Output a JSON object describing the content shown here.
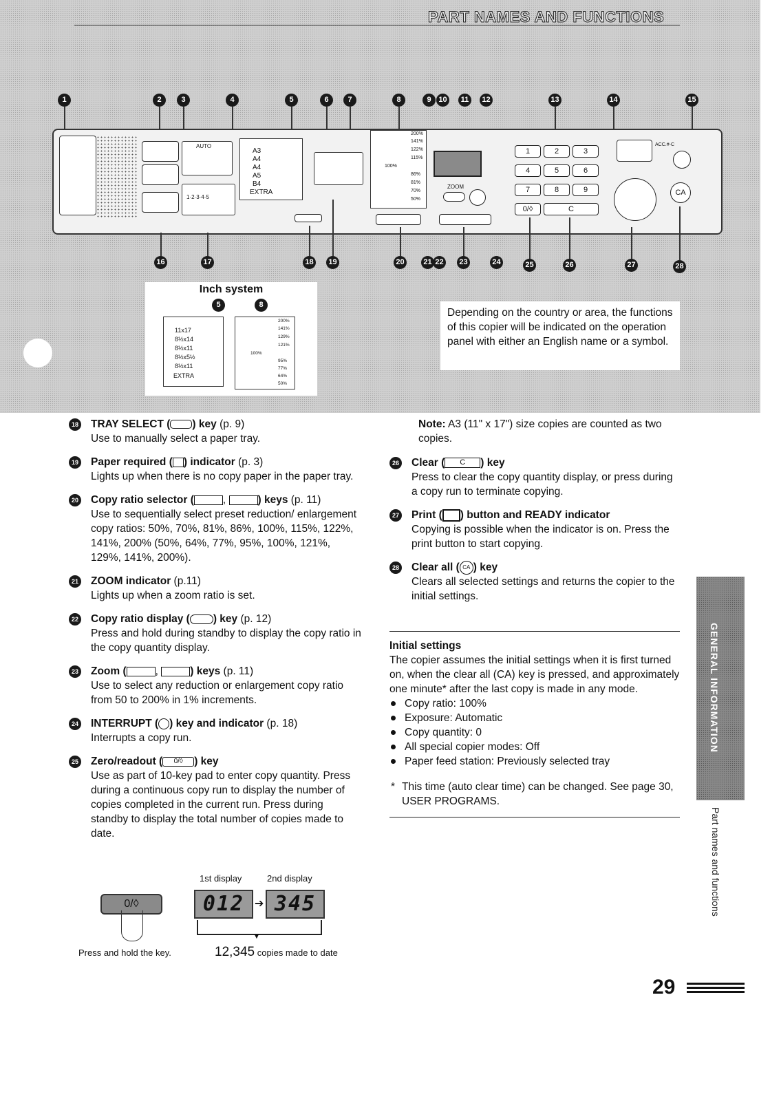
{
  "header": {
    "title": "PART NAMES AND FUNCTIONS"
  },
  "panel_callouts": [
    "1",
    "2",
    "3",
    "4",
    "5",
    "6",
    "7",
    "8",
    "9",
    "10",
    "11",
    "12",
    "13",
    "14",
    "15"
  ],
  "panel_bottom_callouts": [
    "16",
    "17",
    "18",
    "19",
    "20",
    "21",
    "22",
    "23",
    "24",
    "25",
    "26",
    "27",
    "28"
  ],
  "panel": {
    "auto_label": "AUTO",
    "paper_sizes": [
      "A3",
      "A4",
      "A4",
      "A5",
      "B4",
      "EXTRA"
    ],
    "ratios": [
      "200%",
      "141%",
      "122%",
      "115%",
      "100%",
      "86%",
      "81%",
      "70%",
      "50%"
    ],
    "zoom_label": "ZOOM",
    "keypad": [
      "1",
      "2",
      "3",
      "4",
      "5",
      "6",
      "7",
      "8",
      "9"
    ],
    "zero_key": "0/◊",
    "clear_key": "C",
    "acc_label": "ACC.#-C",
    "clear_all": "CA",
    "counter_scale": "1·2·3·4·5"
  },
  "inch_system": {
    "title": "Inch system",
    "callouts": [
      "5",
      "8"
    ],
    "paper_sizes": [
      "11x17",
      "8½x14",
      "8½x11",
      "8½x5½",
      "8½x11",
      "EXTRA"
    ],
    "ratios": [
      "200%",
      "141%",
      "129%",
      "121%",
      "100%",
      "95%",
      "77%",
      "64%",
      "50%"
    ]
  },
  "note_box": "Depending on the country or area, the functions of this copier will be indicated on the operation panel with either an English name or a symbol.",
  "left_items": [
    {
      "num": "18",
      "title": "TRAY SELECT (",
      "title2": ") key",
      "ref": " (p. 9)",
      "desc": "Use to manually select a paper tray."
    },
    {
      "num": "19",
      "title": "Paper required (",
      "title2": ") indicator",
      "ref": " (p. 3)",
      "desc": "Lights up when there is no copy paper in the paper tray."
    },
    {
      "num": "20",
      "title": "Copy ratio selector (",
      "title2": ") keys",
      "ref": " (p. 11)",
      "desc": "Use to sequentially select preset reduction/ enlargement copy ratios: 50%, 70%, 81%, 86%, 100%, 115%, 122%, 141%, 200% (50%, 64%, 77%, 95%, 100%, 121%, 129%, 141%, 200%)."
    },
    {
      "num": "21",
      "title": "ZOOM indicator",
      "title2": "",
      "ref": " (p.11)",
      "desc": "Lights up when a zoom ratio is set."
    },
    {
      "num": "22",
      "title": "Copy ratio display (",
      "title2": ") key",
      "ref": " (p. 12)",
      "desc": "Press and hold during standby to display the copy ratio in the copy quantity display."
    },
    {
      "num": "23",
      "title": "Zoom (",
      "title2": ") keys",
      "ref": " (p. 11)",
      "desc": "Use to select any reduction or enlargement copy ratio from 50 to 200% in 1% increments."
    },
    {
      "num": "24",
      "title": "INTERRUPT (",
      "title2": ") key and indicator",
      "ref": " (p. 18)",
      "desc": "Interrupts a copy run."
    },
    {
      "num": "25",
      "title": "Zero/readout (",
      "title2": ") key",
      "ref": "",
      "desc": "Use as part of 10-key pad to enter copy quantity. Press during a continuous copy run to display the number of copies completed in the current run. Press during standby to display the total number of copies made to date."
    }
  ],
  "display_example": {
    "first_label": "1st display",
    "second_label": "2nd display",
    "first_value": "012",
    "second_value": "345",
    "key_label": "0/◊",
    "caption_left": "Press and hold the key.",
    "caption_count": "12,345",
    "caption_rest": " copies made to date"
  },
  "right_note": {
    "label": "Note:",
    "text": " A3 (11\" x 17\") size copies are counted as two copies."
  },
  "right_items": [
    {
      "num": "26",
      "title": "Clear (",
      "key": "C",
      "title2": ") key",
      "desc": "Press to clear the copy quantity display, or press during a copy run to terminate copying."
    },
    {
      "num": "27",
      "title": "Print (",
      "key": "",
      "title2": ") button and READY indicator",
      "desc": "Copying is possible when the indicator is on. Press the print button to start copying."
    },
    {
      "num": "28",
      "title": "Clear all (",
      "key": "CA",
      "title2": ") key",
      "desc": "Clears all selected settings and returns the copier to the initial settings."
    }
  ],
  "initial_settings": {
    "title": "Initial settings",
    "body": "The copier assumes the initial settings when it is first turned on, when the clear all (CA) key is pressed, and approximately one minute* after the last copy is made in any mode.",
    "list": [
      "Copy ratio: 100%",
      "Exposure: Automatic",
      "Copy quantity: 0",
      "All special copier modes: Off",
      "Paper feed station: Previously selected tray"
    ],
    "footnote": "This time (auto clear time) can be changed. See page 30, USER PROGRAMS."
  },
  "side_tab": "GENERAL INFORMATION",
  "side_section": "Part names and functions",
  "page_number": "29"
}
